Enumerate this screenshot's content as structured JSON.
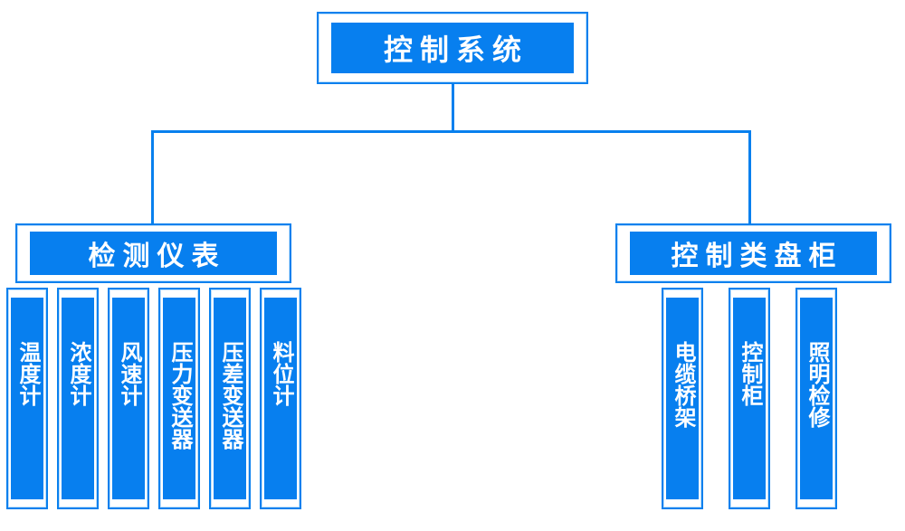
{
  "diagram": {
    "root_label": "控制系统",
    "left_branch": {
      "label": "检测仪表",
      "items": [
        "温度计",
        "浓度计",
        "风速计",
        "压力变送器",
        "压差变送器",
        "料位计"
      ]
    },
    "right_branch": {
      "label": "控制类盘柜",
      "items": [
        "电缆桥架",
        "控制柜",
        "照明检修"
      ]
    },
    "colors": {
      "node_fill": "#077FEF",
      "node_border": "#0880EE",
      "connector_line": "#0880EE",
      "node_text": "#FFFFFF",
      "canvas_background": "#FFFFFF"
    }
  }
}
